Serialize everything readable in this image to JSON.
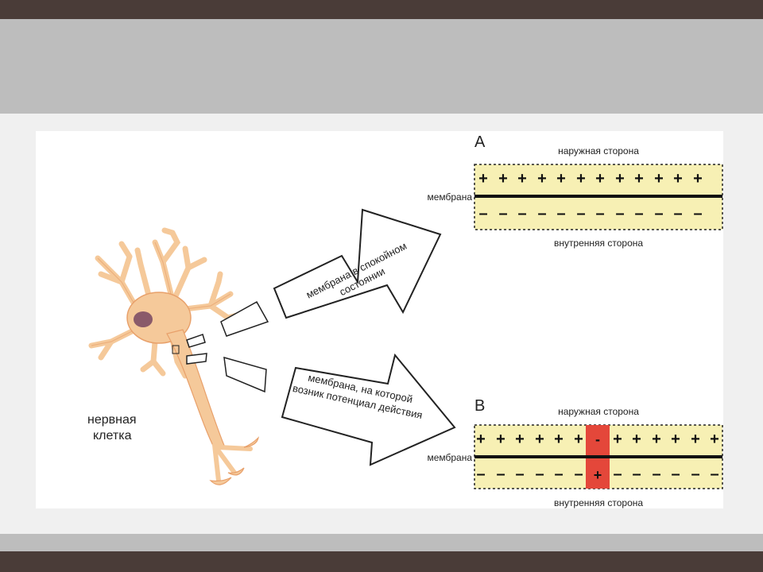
{
  "cell_label_line1": "нервная",
  "cell_label_line2": "клетка",
  "arrow_top_line1": "мембрана в спокойном",
  "arrow_top_line2": "состоянии",
  "arrow_bottom_line1": "мембрана, на которой",
  "arrow_bottom_line2": "возник потенциал действия",
  "panel_a": {
    "letter": "А",
    "outer_label": "наружная сторона",
    "membrane_label": "мембрана",
    "inner_label": "внутренняя сторона"
  },
  "panel_b": {
    "letter": "В",
    "outer_label": "наружная сторона",
    "membrane_label": "мембрана",
    "inner_label": "внутренняя сторона",
    "depolarized_outer_sign": "-",
    "depolarized_inner_sign": "+"
  },
  "colors": {
    "cell_fill": "#f5c99a",
    "cell_stroke": "#e8a06a",
    "nucleus": "#8a5a6a",
    "membrane_band": "#f7f0b4",
    "depolarized": "#e4473a"
  }
}
